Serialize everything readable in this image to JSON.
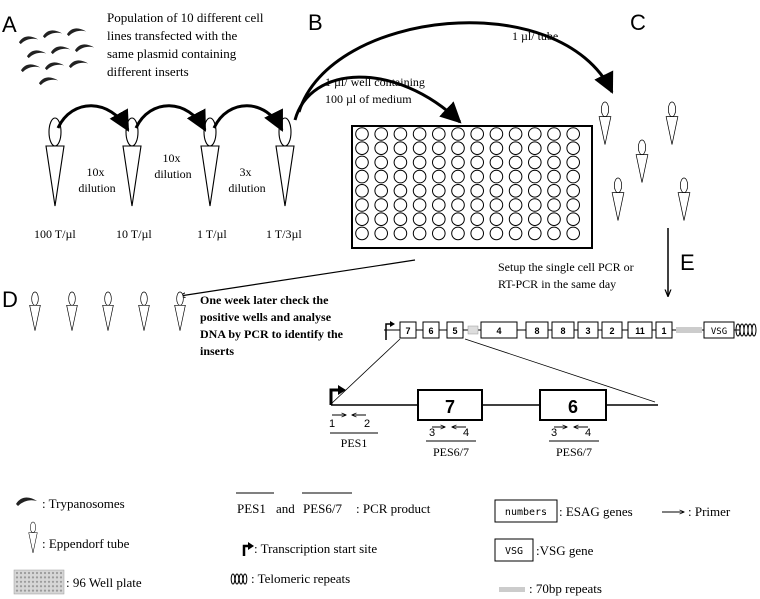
{
  "panels": {
    "a": "A",
    "b": "B",
    "c": "C",
    "d": "D",
    "e": "E"
  },
  "step_a": {
    "population_lines": [
      "Population of 10 different cell",
      "lines  transfected  with the",
      "same plasmid containing",
      "different  inserts"
    ],
    "dilutions": [
      [
        "10x",
        "dilution"
      ],
      [
        "10x",
        "dilution"
      ],
      [
        "3x",
        "dilution"
      ]
    ],
    "tube_labels": [
      "100 T/µl",
      "10 T/µl",
      "1 T/µl",
      "1 T/3µl"
    ]
  },
  "step_b": {
    "well_note_lines": [
      "1 µl/ well containing",
      "100 µl of medium"
    ],
    "rows": 8,
    "cols": 12
  },
  "step_c": {
    "per_tube": "1 µl/ tube"
  },
  "step_e": {
    "lines": [
      "Setup the single cell PCR or",
      "RT-PCR in the same day"
    ]
  },
  "step_d": {
    "lines": [
      "One week later check the",
      "positive wells and analyse",
      "DNA by PCR to identify the",
      "inserts"
    ]
  },
  "locus": {
    "genes": [
      "7",
      "6",
      "5",
      "4",
      "8",
      "8",
      "3",
      "2",
      "11",
      "1"
    ],
    "vsg": "VSG"
  },
  "zoom": {
    "boxes": [
      "7",
      "6"
    ],
    "primers": [
      {
        "fwd": "1",
        "rev": "2",
        "product": "PES1"
      },
      {
        "fwd": "3",
        "rev": "4",
        "product": "PES6/7"
      },
      {
        "fwd": "3",
        "rev": "4",
        "product": "PES6/7"
      }
    ]
  },
  "legend": {
    "trypanosomes": ": Trypanosomes",
    "eppendorf": ": Eppendorf tube",
    "plate": ": 96 Well plate",
    "pcr_a": "PES1",
    "pcr_and": "and",
    "pcr_b": "PES6/7",
    "pcr_text": ":  PCR product",
    "tss": ": Transcription start site",
    "telomeric": ": Telomeric repeats",
    "numbers_box": "numbers",
    "esag": ": ESAG genes",
    "vsg_box": "VSG",
    "vsg_gene": ":VSG gene",
    "repeats70": ": 70bp repeats",
    "primer": ": Primer"
  },
  "colors": {
    "ink": "#000000",
    "repeat_gray": "#cccccc",
    "plate_fill": "#d6d6d6"
  }
}
